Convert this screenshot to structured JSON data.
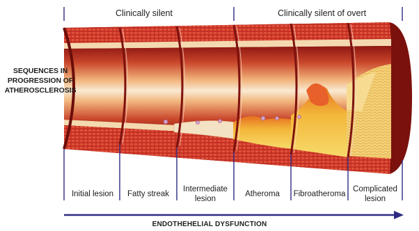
{
  "phases": {
    "silent": "Clinically silent",
    "overt": "Clinically silent of overt"
  },
  "side_label": "SEQUENCES IN\nPROGRESSION OF\nATHEROSCLEROSIS",
  "stages": [
    "Initial lesion",
    "Fatty streak",
    "Intermediate\nlesion",
    "Atheroma",
    "Fibroatheroma",
    "Complicated\nlesion"
  ],
  "bottom_label": "ENDOTHEHELIAL DYSFUNCTION",
  "colors": {
    "vessel_wall": "#b8241e",
    "muscle_layer": "#d9472e",
    "lumen_light": "#f7e3c6",
    "plaque_yellow": "#f3c43a",
    "plaque_orange": "#e8822a",
    "arrow": "#2d2a83"
  }
}
